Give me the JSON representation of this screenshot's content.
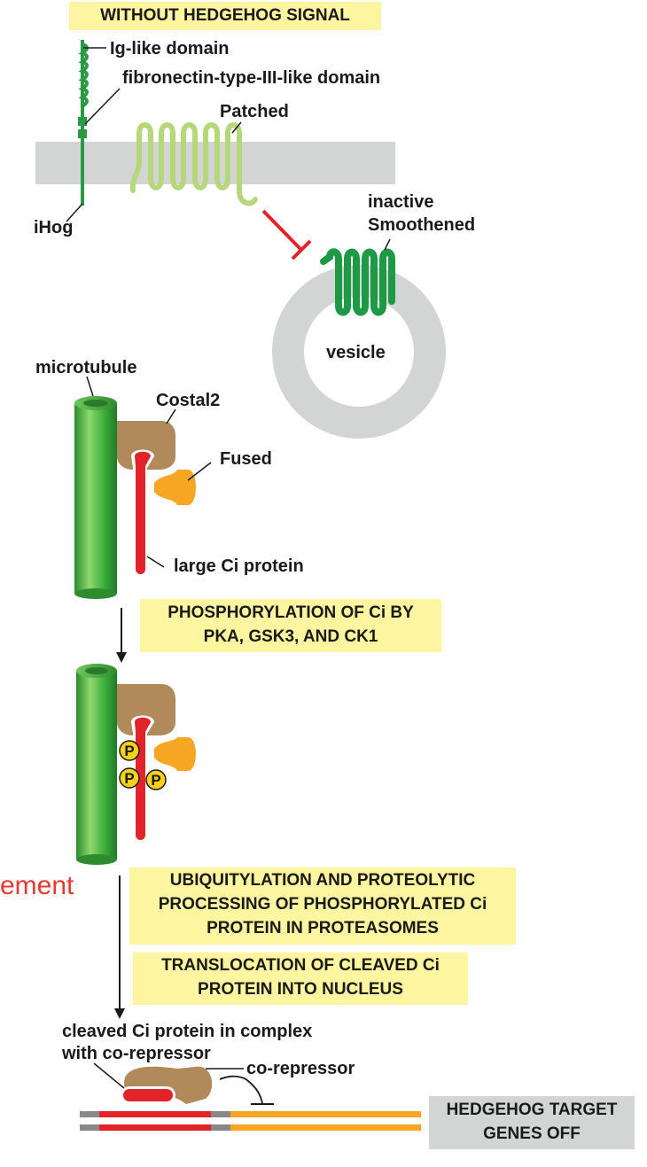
{
  "title_box": "WITHOUT HEDGEHOG SIGNAL",
  "labels": {
    "ig_domain": "Ig-like domain",
    "fibronectin": "fibronectin-type-III-like domain",
    "patched": "Patched",
    "ihog": "iHog",
    "inactive": "inactive",
    "smoothened": "Smoothened",
    "vesicle": "vesicle",
    "microtubule": "microtubule",
    "costal2": "Costal2",
    "fused": "Fused",
    "large_ci": "large Ci protein",
    "cleaved_line1": "cleaved Ci protein in complex",
    "cleaved_line2": "with co-repressor",
    "corepressor": "co-repressor",
    "phospho_mark": "P"
  },
  "steps": {
    "phos_line1": "PHOSPHORYLATION OF Ci BY",
    "phos_line2": "PKA, GSK3, AND CK1",
    "ubi_line1": "UBIQUITYLATION AND PROTEOLYTIC",
    "ubi_line2": "PROCESSING OF PHOSPHORYLATED Ci",
    "ubi_line3": "PROTEIN IN PROTEASOMES",
    "trans_line1": "TRANSLOCATION OF CLEAVED Ci",
    "trans_line2": "PROTEIN INTO NUCLEUS"
  },
  "target_box": {
    "line1": "HEDGEHOG TARGET",
    "line2": "GENES OFF"
  },
  "fragment_text": "ement",
  "colors": {
    "membrane": "#d3d5d5",
    "patched": "#b6d77a",
    "smoothened": "#1e9a46",
    "ihog": "#2a9a45",
    "microtubule": "#3faf3f",
    "ci": "#e3232a",
    "costal2": "#b08a5a",
    "fused": "#f6a623",
    "phospho": "#f7d117",
    "step_box": "#fdf5a0",
    "inhibit": "#e3232a"
  }
}
